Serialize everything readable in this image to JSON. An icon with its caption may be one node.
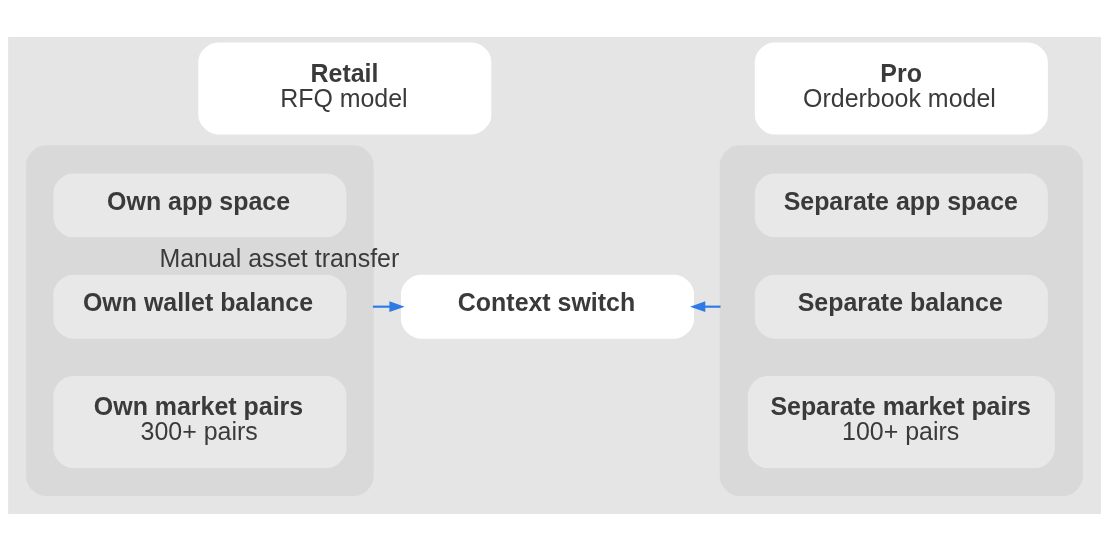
{
  "diagram": {
    "nodes": [
      {
        "text": [],
        "shape": "box"
      },
      {
        "text": [
          "Retail",
          "RFQ model"
        ]
      },
      {
        "text": [
          "Own app space"
        ],
        "in": 0
      },
      {
        "text": [
          "Own wallet balance"
        ],
        "in": 0
      },
      {
        "text": [
          "Own market pairs",
          "300+ pairs"
        ],
        "in": 0
      },
      {
        "text": [
          "Context switch"
        ],
        "beside": [
          "Manual asset transfer"
        ]
      },
      {
        "text": [],
        "shape": "box"
      },
      {
        "text": [
          "Pro",
          "Orderbook model"
        ]
      },
      {
        "text": [
          "Separate app space"
        ],
        "in": 6
      },
      {
        "text": [
          "Separate balance"
        ],
        "in": 6
      },
      {
        "text": [
          "Separate market pairs",
          "100+ pairs"
        ],
        "in": 6
      }
    ],
    "edges": [
      {
        "from": 0,
        "to": 5,
        "arrow": "to",
        "color": "#2f7be6"
      },
      {
        "from": 6,
        "to": 5,
        "arrow": "to",
        "color": "#2f7be6"
      }
    ]
  }
}
